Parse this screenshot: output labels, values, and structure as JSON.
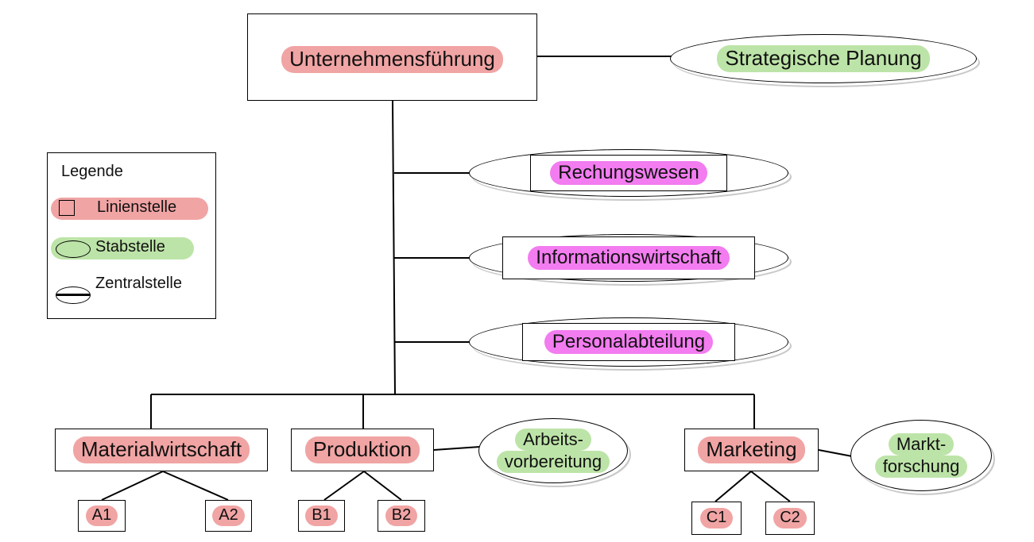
{
  "nodes": {
    "unternehmensfuehrung": "Unternehmensführung",
    "strategische_planung": "Strategische Planung",
    "rechnungswesen": "Rechungswesen",
    "informationswirtschaft": "Informationswirtschaft",
    "personalabteilung": "Personalabteilung",
    "materialwirtschaft": "Materialwirtschaft",
    "produktion": "Produktion",
    "arbeitsvorbereitung_1": "Arbeits-",
    "arbeitsvorbereitung_2": "vorbereitung",
    "marketing": "Marketing",
    "marktforschung_1": "Markt-",
    "marktforschung_2": "forschung",
    "a1": "A1",
    "a2": "A2",
    "b1": "B1",
    "b2": "B2",
    "c1": "C1",
    "c2": "C2"
  },
  "legend": {
    "title": "Legende",
    "linienstelle": "Linienstelle",
    "stabstelle": "Stabstelle",
    "zentralstelle": "Zentralstelle"
  },
  "colors": {
    "linienstelle": "#f1a4a4",
    "stabstelle": "#bde4a8",
    "zentralstelle": "#f27cf0"
  }
}
